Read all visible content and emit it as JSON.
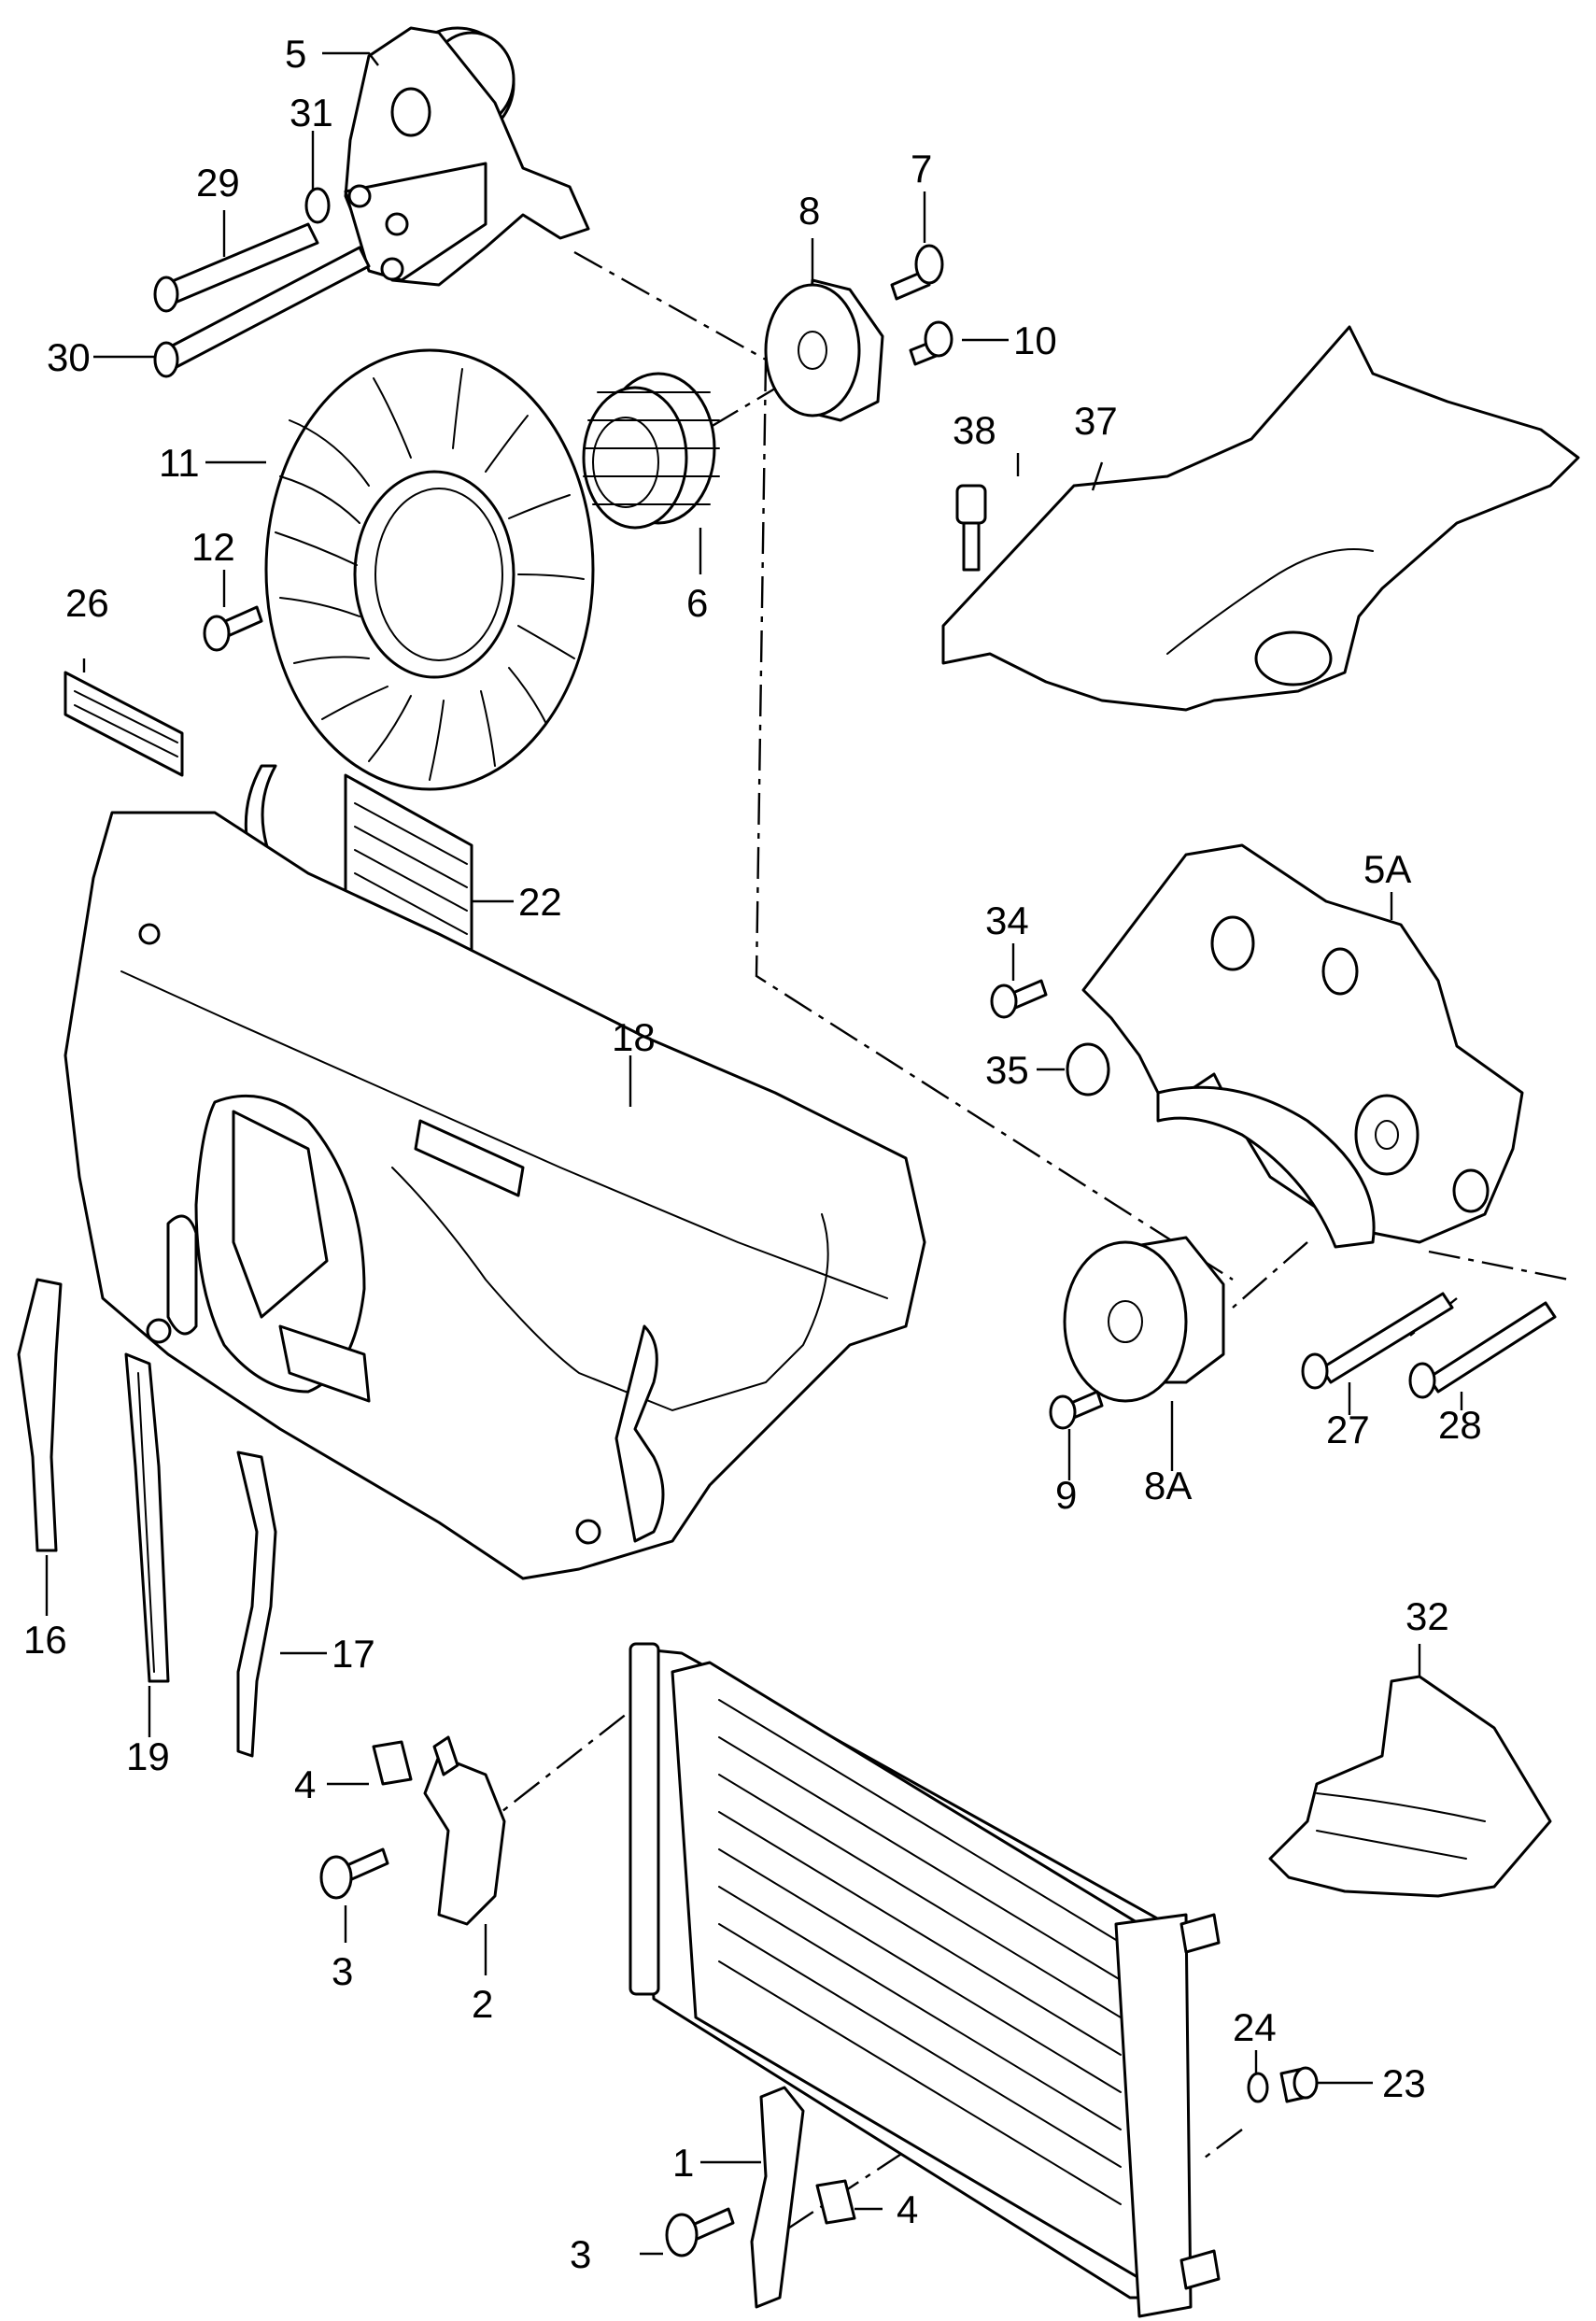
{
  "labels": {
    "p1": "1",
    "p2": "2",
    "p3a": "3",
    "p3b": "3",
    "p4a": "4",
    "p4b": "4",
    "p5": "5",
    "p5A": "5A",
    "p6": "6",
    "p7": "7",
    "p8": "8",
    "p8A": "8A",
    "p9": "9",
    "p10": "10",
    "p11": "11",
    "p12": "12",
    "p16": "16",
    "p17": "17",
    "p18": "18",
    "p19": "19",
    "p22": "22",
    "p23": "23",
    "p24": "24",
    "p26": "26",
    "p27": "27",
    "p28": "28",
    "p29": "29",
    "p30": "30",
    "p31": "31",
    "p32": "32",
    "p34": "34",
    "p35": "35",
    "p37": "37",
    "p38": "38"
  },
  "colors": {
    "line": "#000000",
    "background": "#ffffff"
  }
}
